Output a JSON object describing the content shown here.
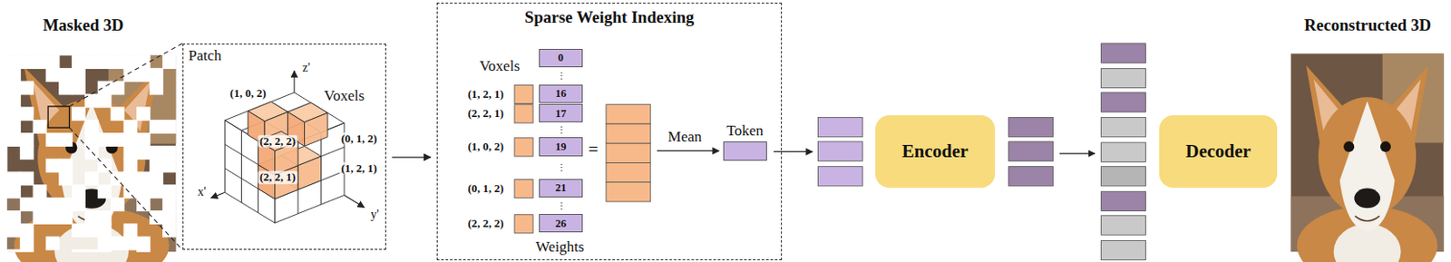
{
  "diagram": {
    "nodes": [
      {
        "text": [
          "Patch"
        ]
      },
      {
        "text": [
          "Sparse Weight Indexing"
        ]
      },
      {
        "text": [
          "0"
        ],
        "in": 1
      },
      {
        "text": [
          "16"
        ],
        "in": 1
      },
      {
        "text": [
          "17"
        ],
        "in": 1
      },
      {
        "text": [
          "19"
        ],
        "in": 1
      },
      {
        "text": [
          "21"
        ],
        "in": 1
      },
      {
        "text": [
          "26"
        ],
        "in": 1
      },
      {
        "text": [
          "Token"
        ],
        "in": 1
      },
      {
        "text": [
          "Encoder"
        ]
      },
      {
        "text": [
          "Decoder"
        ]
      }
    ],
    "edges": [
      {
        "from": 0,
        "to": 1,
        "arrow": "to"
      }
    ],
    "labels": [
      "Masked 3D",
      "Reconstructed 3D",
      "z'",
      "(1, 0, 2)",
      "Voxels",
      "(2, 2, 2)",
      "(0, 1, 2)",
      "(1, 2, 1)",
      "(2, 2, 1)",
      "x'",
      "y'",
      "Voxels",
      "(1, 2, 1)",
      "(2, 2, 1)",
      "(1, 0, 2)",
      "(0, 1, 2)",
      "(2, 2, 2)",
      "⋮",
      "⋮",
      "⋮",
      "⋮",
      "=",
      "Mean",
      "Weights"
    ]
  }
}
